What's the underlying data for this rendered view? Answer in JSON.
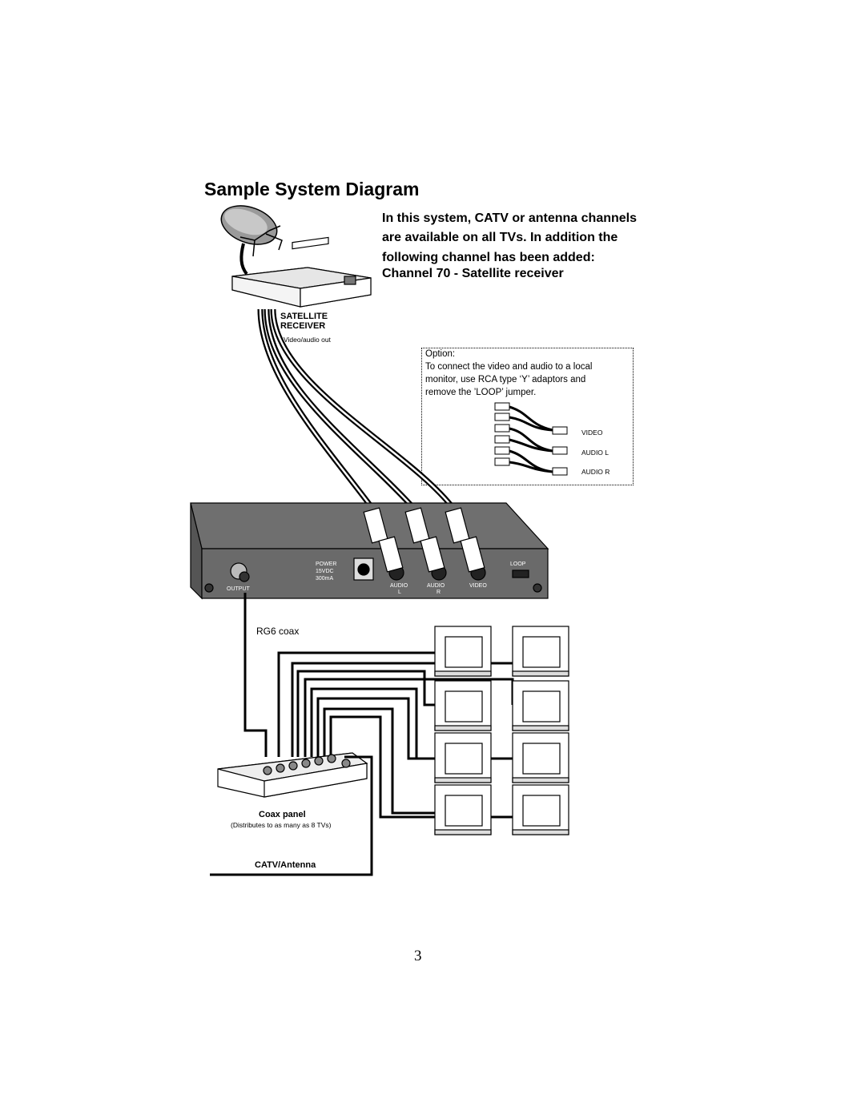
{
  "title": "Sample System Diagram",
  "description": [
    "In this system, CATV or antenna channels",
    "are available on all TVs.  In addition the",
    "following channel has been added:",
    "Channel 70 - Satellite receiver"
  ],
  "satellite": {
    "label_line1": "SATELLITE",
    "label_line2": "RECEIVER",
    "output_label": "Video/audio out"
  },
  "option": {
    "heading": "Option:",
    "lines": [
      "To connect the video and audio to a local",
      "monitor, use RCA type ‘Y’ adaptors and",
      "remove the ’LOOP’ jumper."
    ],
    "connectors": [
      "VIDEO",
      "AUDIO L",
      "AUDIO R"
    ]
  },
  "modulator": {
    "output_label": "OUTPUT",
    "power_lines": [
      "POWER",
      "15VDC",
      "300mA"
    ],
    "audio_l_label": "AUDIO",
    "audio_l_sub": "L",
    "audio_r_label": "AUDIO",
    "audio_r_sub": "R",
    "video_label": "VIDEO",
    "loop_label": "LOOP"
  },
  "cable_label": "RG6 coax",
  "coax_panel": {
    "label": "Coax panel",
    "sublabel": "(Distributes to as many as  8 TVs)"
  },
  "antenna_label": "CATV/Antenna",
  "page_number": "3"
}
